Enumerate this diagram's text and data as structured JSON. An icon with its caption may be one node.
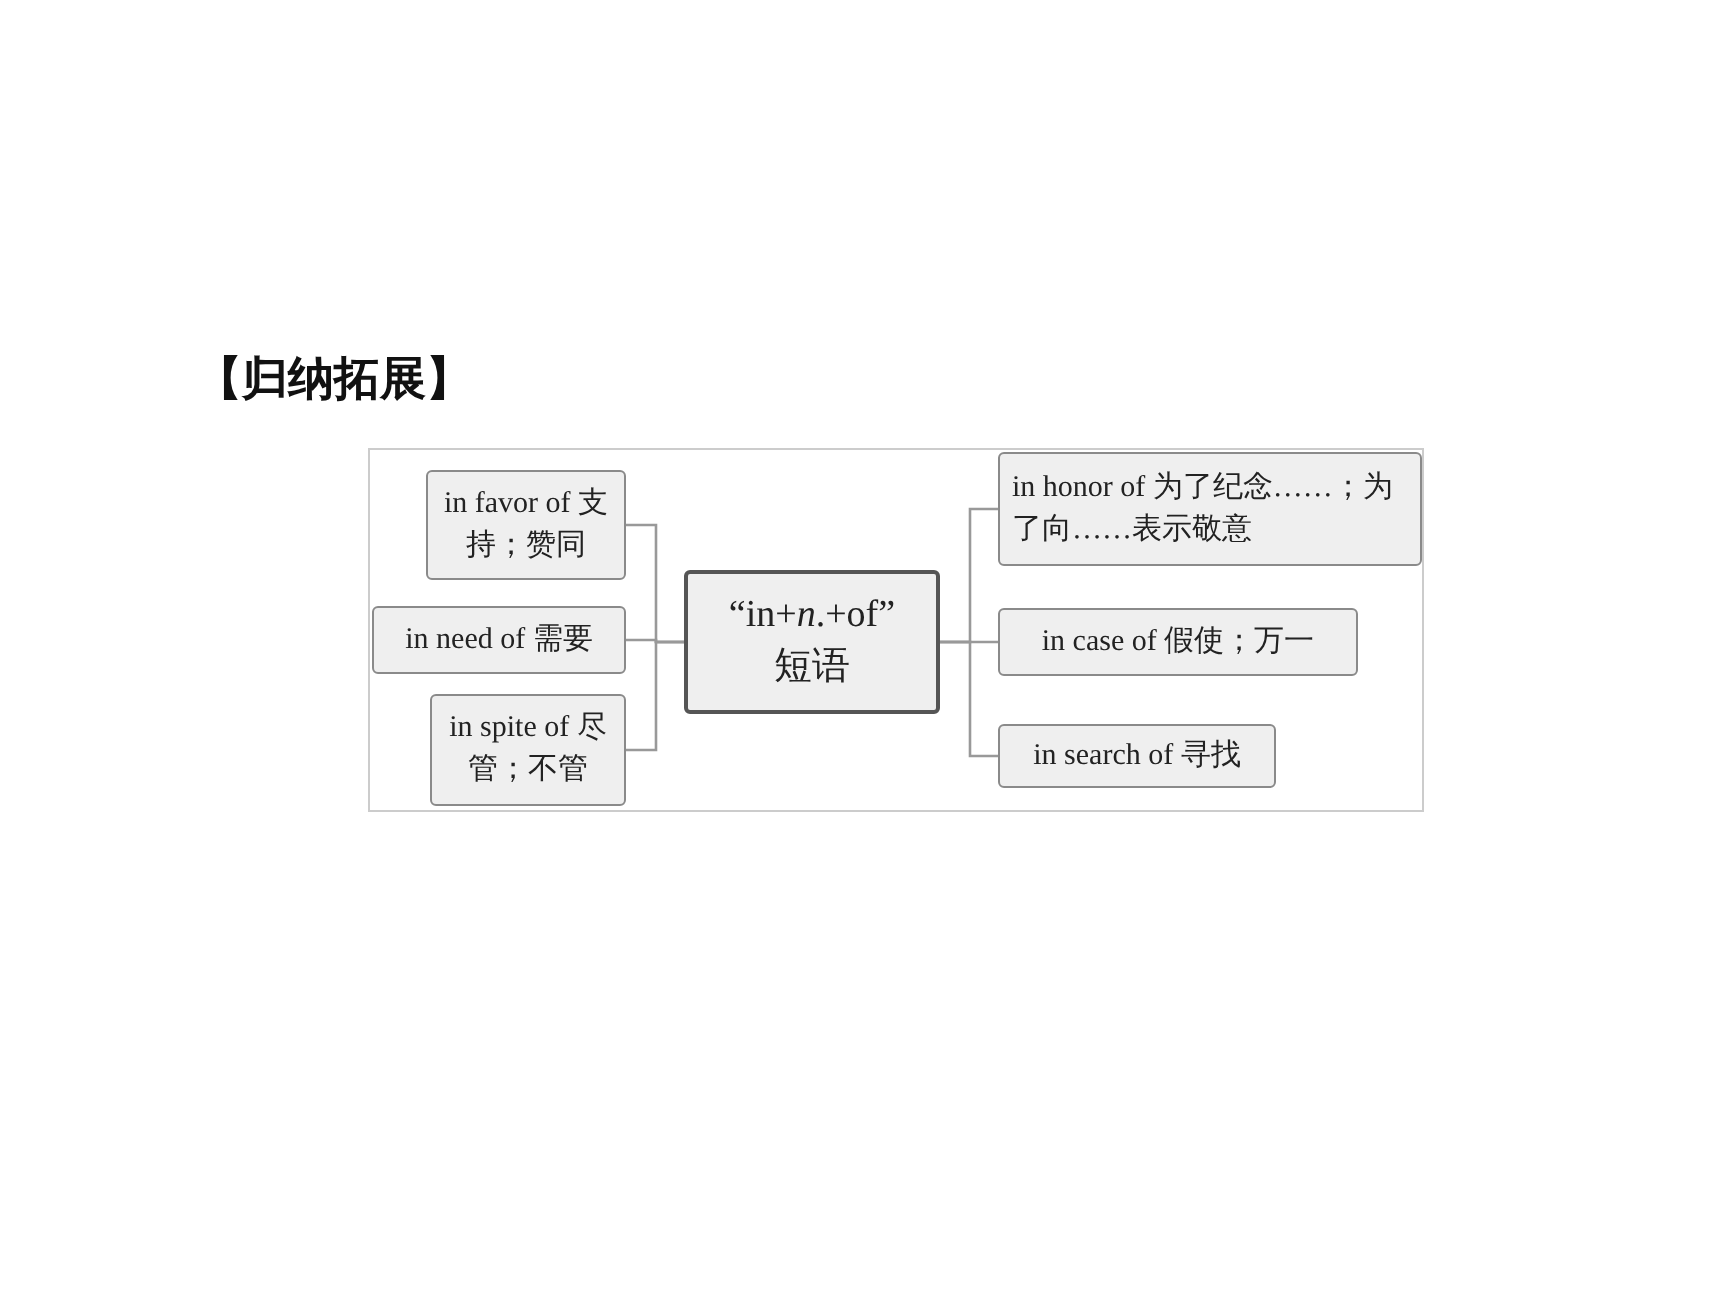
{
  "diagram": {
    "title": "【归纳拓展】",
    "nodes": [
      {
        "text": [
          "“in+*n*.+of”",
          "短语"
        ]
      },
      {
        "text": [
          "in favor of 支持；赞同"
        ]
      },
      {
        "text": [
          "in need of 需要"
        ]
      },
      {
        "text": [
          "in spite of 尽管；不管"
        ]
      },
      {
        "text": [
          "in honor of 为了纪念……；为了向……表示敬意"
        ]
      },
      {
        "text": [
          "in case of 假使；万一"
        ]
      },
      {
        "text": [
          "in search of 寻找"
        ]
      }
    ],
    "edges": [
      {
        "from": 0,
        "to": 1,
        "arrow": "none"
      },
      {
        "from": 0,
        "to": 2,
        "arrow": "none"
      },
      {
        "from": 0,
        "to": 3,
        "arrow": "none"
      },
      {
        "from": 0,
        "to": 4,
        "arrow": "none"
      },
      {
        "from": 0,
        "to": 5,
        "arrow": "none"
      },
      {
        "from": 0,
        "to": 6,
        "arrow": "none"
      }
    ]
  }
}
